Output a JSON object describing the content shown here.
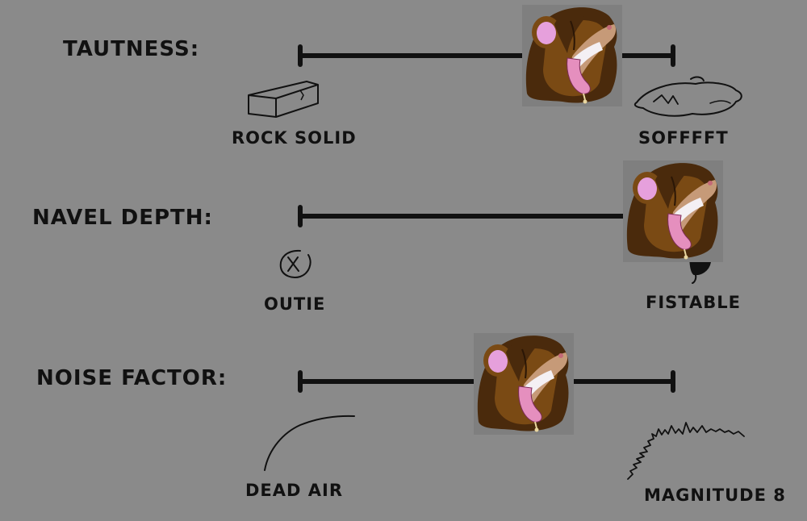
{
  "sliders": [
    {
      "heading": "TAUTNESS:",
      "min_label": "ROCK SOLID",
      "max_label": "SOFFFFT",
      "level": 0.73,
      "min_icon": "brick-icon",
      "max_icon": "pillow-icon",
      "marker_icon": "lion-face-icon"
    },
    {
      "heading": "NAVEL DEPTH:",
      "min_label": "OUTIE",
      "max_label": "FISTABLE",
      "level": 1.0,
      "min_icon": "outie-navel-icon",
      "max_icon": "deep-navel-icon",
      "marker_icon": "lion-face-icon"
    },
    {
      "heading": "NOISE FACTOR:",
      "min_label": "DEAD AIR",
      "max_label": "MAGNITUDE 8",
      "level": 0.6,
      "min_icon": "flat-wave-icon",
      "max_icon": "seismic-wave-icon",
      "marker_icon": "lion-face-icon"
    }
  ],
  "colors": {
    "background": "#8a8a8a",
    "ink": "#111111",
    "fur": "#7a4a14",
    "mane": "#4a2a0c",
    "ear_inner": "#e6a0dc",
    "tongue": "#e58fbe"
  }
}
